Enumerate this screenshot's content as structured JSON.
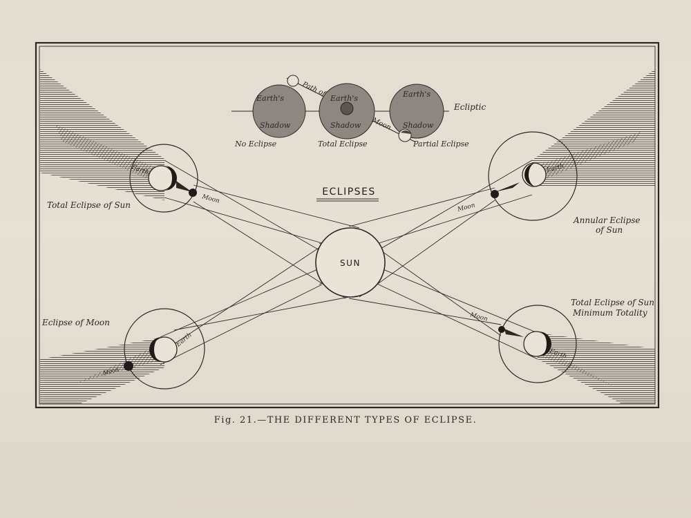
{
  "title": "ECLIPSES",
  "sun_label": "SUN",
  "caption": "Fig. 21.—THE DIFFERENT TYPES OF ECLIPSE.",
  "inset": {
    "ecliptic_label": "Ecliptic",
    "path_label": "Path of",
    "moon_path_label": "Moon",
    "shadow_top": "Earth's",
    "shadow_bottom": "Shadow",
    "shadow_top_mid": "Earth's",
    "shadow_bottom_mid": "Shadow",
    "no_eclipse": "No Eclipse",
    "total_eclipse": "Total Eclipse",
    "partial_eclipse": "Partial Eclipse"
  },
  "panels": {
    "top_left": {
      "label": "Total Eclipse of Sun",
      "earth": "Earth",
      "moon": "Moon"
    },
    "top_right": {
      "label_line1": "Annular Eclipse",
      "label_line2": "of Sun",
      "earth": "Earth",
      "moon": "Moon"
    },
    "bottom_left": {
      "label": "Eclipse of Moon",
      "earth": "Earth",
      "moon": "Moon"
    },
    "bottom_right": {
      "label_line1": "Total Eclipse of Sun",
      "label_line2": "Minimum Totality",
      "earth": "Earth",
      "moon": "Moon"
    }
  }
}
